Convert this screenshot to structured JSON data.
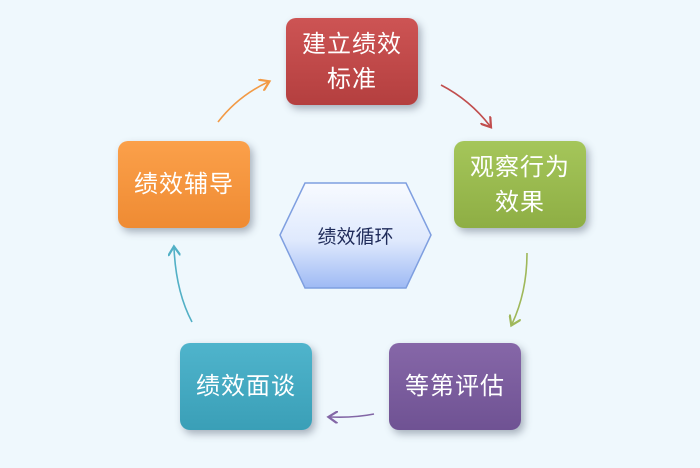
{
  "diagram": {
    "center": {
      "label": "绩效循环"
    },
    "nodes": {
      "establish": {
        "line1": "建立绩效",
        "line2": "标准"
      },
      "observe": {
        "line1": "观察行为",
        "line2": "效果"
      },
      "grade": {
        "label": "等第评估"
      },
      "interview": {
        "label": "绩效面谈"
      },
      "coach": {
        "label": "绩效辅导"
      }
    },
    "colors": {
      "background": "#eff8fd",
      "establish": "#c04646",
      "observe": "#9aba4f",
      "grade": "#7a5d9f",
      "interview": "#45aac2",
      "coach": "#f7963d",
      "center": "#aac3f7"
    }
  }
}
